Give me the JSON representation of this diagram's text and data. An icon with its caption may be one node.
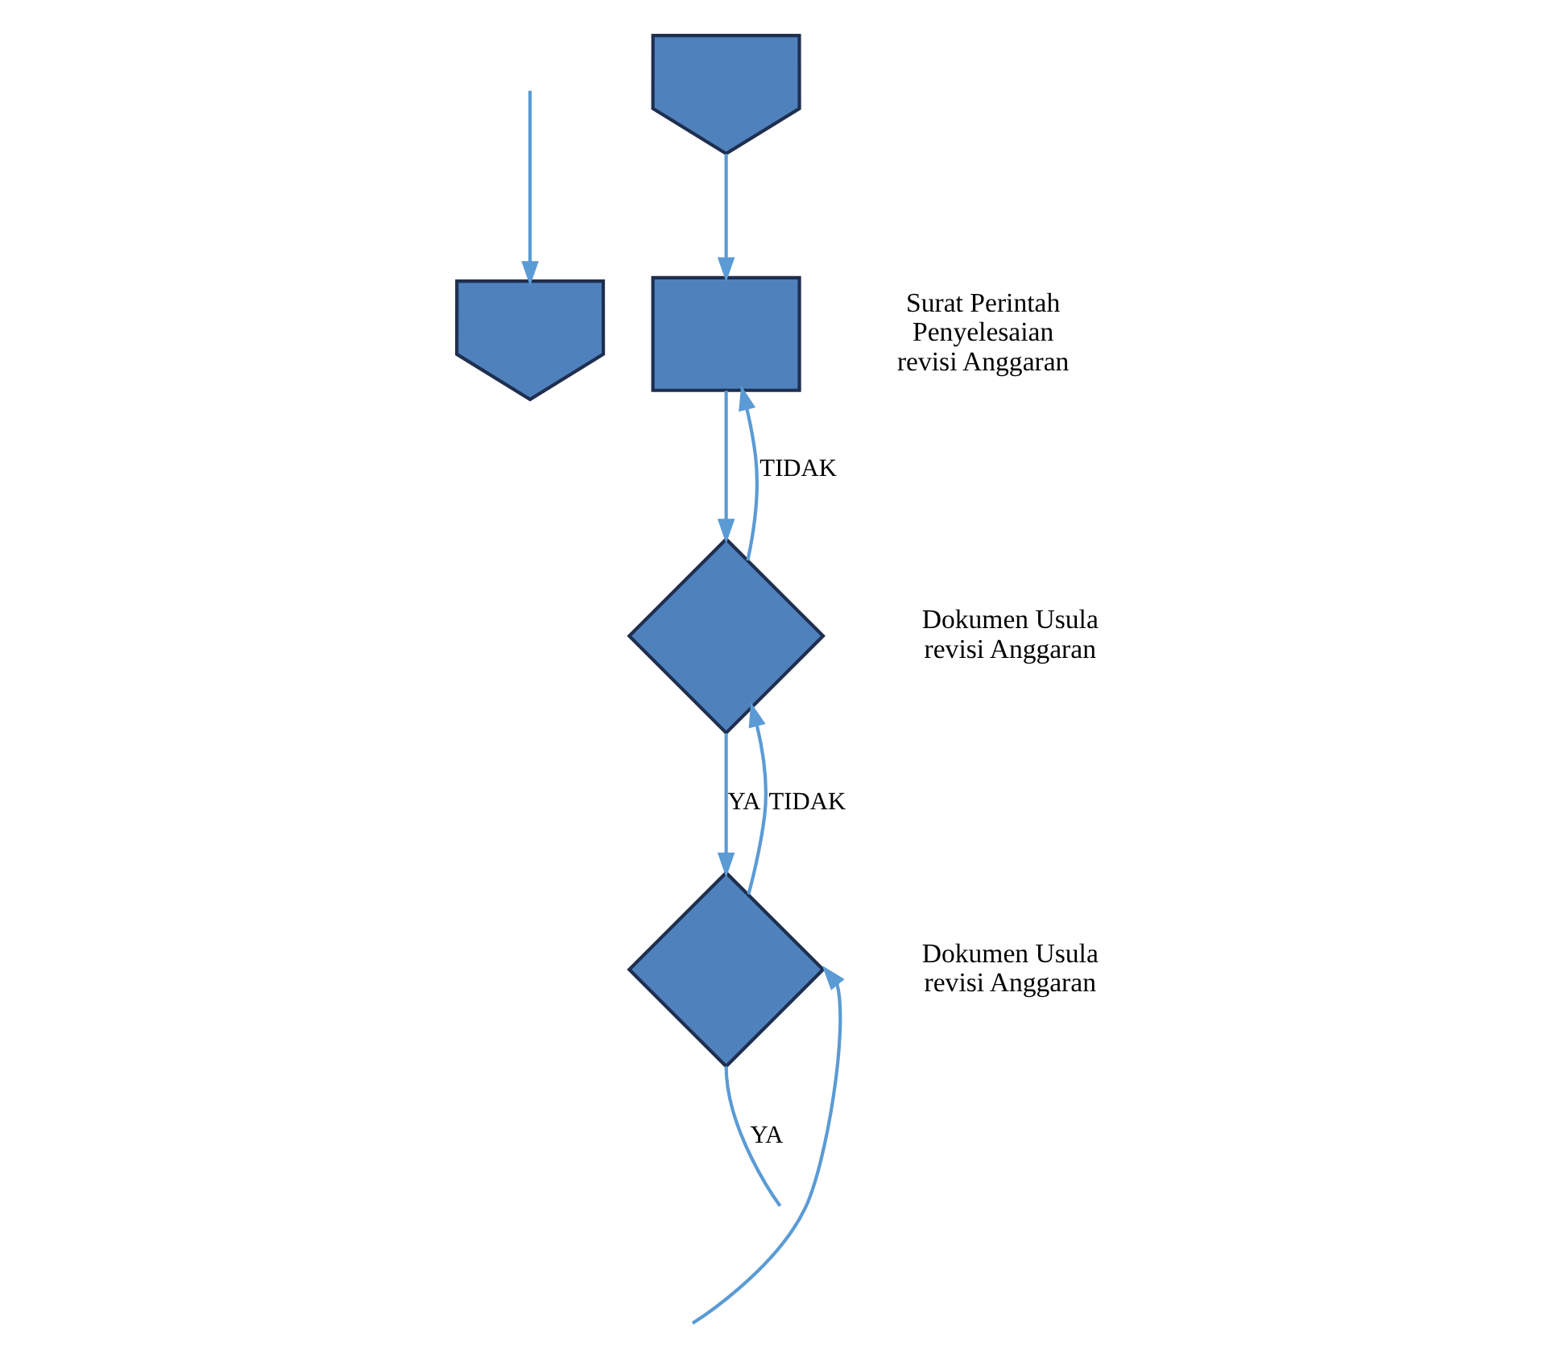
{
  "diagram": {
    "nodes": [
      {
        "text": [],
        "shape": "pentagon"
      },
      {
        "text": [],
        "shape": "pentagon"
      },
      {
        "text": [],
        "shape": "box",
        "beside": [
          "Surat Perintah Penyelesaian revisi Anggaran"
        ]
      },
      {
        "text": [],
        "shape": "diamond",
        "beside": [
          "Dokumen Usula revisi Anggaran"
        ]
      },
      {
        "text": [],
        "shape": "diamond",
        "beside": [
          "Dokumen Usula revisi Anggaran"
        ]
      }
    ],
    "edges": [
      {
        "from": null,
        "to": 0,
        "arrow": "to"
      },
      {
        "from": 1,
        "to": 2,
        "arrow": "to"
      },
      {
        "from": 2,
        "to": 3,
        "arrow": "to"
      },
      {
        "from": 3,
        "to": 2,
        "arrow": "to",
        "label": "TIDAK"
      },
      {
        "from": 3,
        "to": 4,
        "arrow": "to",
        "label": "YA"
      },
      {
        "from": 4,
        "to": 3,
        "arrow": "to",
        "label": "TIDAK"
      },
      {
        "from": null,
        "to": 4,
        "arrow": "to"
      },
      {
        "from": 4,
        "to": null,
        "arrow": "none",
        "label": "YA"
      }
    ]
  }
}
